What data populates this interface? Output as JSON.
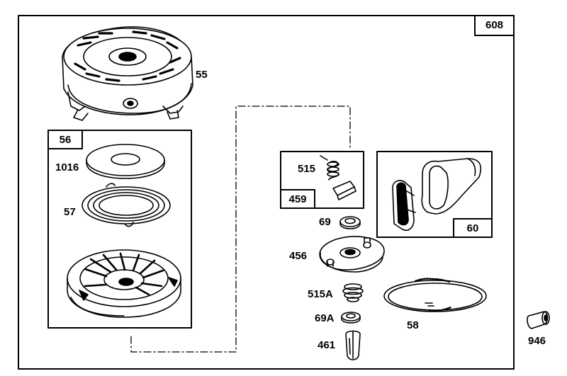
{
  "assembly_number": "608",
  "groups": {
    "housing_kit": "56",
    "spring_kit": "459",
    "handle_kit": "60"
  },
  "parts": {
    "p55": "55",
    "p1016": "1016",
    "p57": "57",
    "p515": "515",
    "p69": "69",
    "p456": "456",
    "p515A": "515A",
    "p69A": "69A",
    "p461": "461",
    "p58": "58",
    "p946": "946"
  }
}
